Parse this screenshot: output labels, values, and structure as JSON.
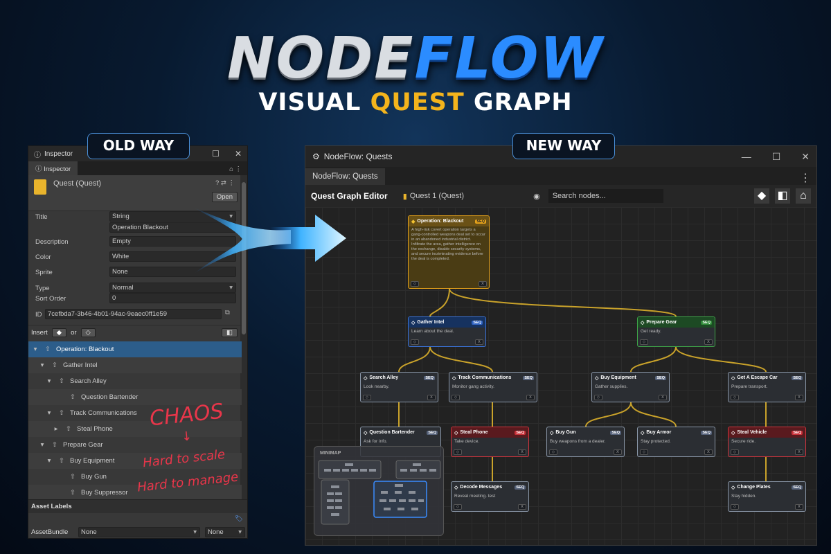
{
  "hero": {
    "logo_part1": "NODE",
    "logo_part2": "FLOW",
    "subtitle_a": "VISUAL ",
    "subtitle_b": "QUEST",
    "subtitle_c": " GRAPH"
  },
  "labels": {
    "old_way": "OLD WAY",
    "new_way": "NEW WAY"
  },
  "inspector": {
    "window_title": "Inspector",
    "tab": "Inspector",
    "object_name": "Quest (Quest)",
    "open_button": "Open",
    "fields": {
      "title_label": "Title",
      "title_type": "String",
      "title_value": "Operation Blackout",
      "description_label": "Description",
      "description_value": "Empty",
      "color_label": "Color",
      "color_value": "White",
      "sprite_label": "Sprite",
      "sprite_value": "None",
      "type_label": "Type",
      "type_value": "Normal",
      "sort_label": "Sort Order",
      "sort_value": "0",
      "id_label": "ID",
      "id_value": "7cefbda7-3b46-4b01-94ac-9eaec0ff1e59"
    },
    "insert_label": "Insert",
    "or_label": "or",
    "tree": [
      "Operation: Blackout",
      "Gather Intel",
      "Search Alley",
      "Question Bartender",
      "Track Communications",
      "Steal Phone",
      "Prepare Gear",
      "Buy Equipment",
      "Buy Gun",
      "Buy Suppressor"
    ],
    "asset_labels": "Asset Labels",
    "asset_bundle_label": "AssetBundle",
    "asset_bundle_value": "None",
    "asset_bundle_variant": "None"
  },
  "annotation": {
    "chaos": "CHAOS",
    "arrow": "↓",
    "line1": "Hard to scale",
    "line2": "Hard to manage"
  },
  "nodeflow": {
    "window_title": "NodeFlow: Quests",
    "tab": "NodeFlow: Quests",
    "editor_title": "Quest Graph Editor",
    "quest_selector": "Quest 1 (Quest)",
    "search_placeholder": "Search nodes...",
    "minimap_label": "MINIMAP",
    "nodes": {
      "root": {
        "title": "Operation: Blackout",
        "tag": "SEQ",
        "desc": "A high-risk covert operation targets a gang-controlled weapons deal set to occur in an abandoned industrial district. Infiltrate the area, gather intelligence on the exchange, disable security systems, and secure incriminating evidence before the deal is completed."
      },
      "gather": {
        "title": "Gather Intel",
        "tag": "SEQ",
        "desc": "Learn about the deal."
      },
      "prepare": {
        "title": "Prepare Gear",
        "tag": "SEQ",
        "desc": "Get ready."
      },
      "alley": {
        "title": "Search Alley",
        "tag": "SEQ",
        "desc": "Look nearby."
      },
      "track": {
        "title": "Track Communications",
        "tag": "SEQ",
        "desc": "Monitor gang activity."
      },
      "equip": {
        "title": "Buy Equipment",
        "tag": "SEQ",
        "desc": "Gather supplies."
      },
      "car": {
        "title": "Get A Escape Car",
        "tag": "SEQ",
        "desc": "Prepare transport."
      },
      "bartender": {
        "title": "Question Bartender",
        "tag": "SEQ",
        "desc": "Ask for info."
      },
      "phone": {
        "title": "Steal Phone",
        "tag": "SEQ",
        "desc": "Take device."
      },
      "gun": {
        "title": "Buy Gun",
        "tag": "SEQ",
        "desc": "Buy weapons from a dealer."
      },
      "armor": {
        "title": "Buy Armor",
        "tag": "SEQ",
        "desc": "Stay protected."
      },
      "vehicle": {
        "title": "Steal Vehicle",
        "tag": "SEQ",
        "desc": "Secure ride."
      },
      "decode": {
        "title": "Decode Messages",
        "tag": "SEQ",
        "desc": "Reveal meeting. test"
      },
      "plates": {
        "title": "Change Plates",
        "tag": "SEQ",
        "desc": "Stay hidden."
      }
    },
    "delete_glyph": "X"
  }
}
